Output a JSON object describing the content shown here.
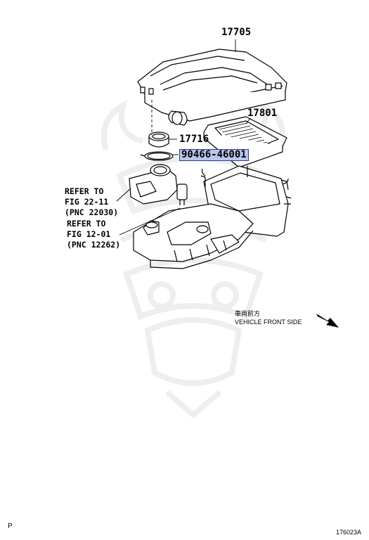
{
  "parts": {
    "cover": "17705",
    "filter": "17801",
    "hose": "17716",
    "gasket": "90466-46001"
  },
  "references": [
    {
      "l1": "REFER TO",
      "l2": "FIG 22-11",
      "l3": "(PNC 22030)"
    },
    {
      "l1": "REFER TO",
      "l2": "FIG 12-01",
      "l3": "(PNC 12262)"
    }
  ],
  "front_label": {
    "jp": "車両前方",
    "en": "VEHICLE FRONT SIDE"
  },
  "footer": {
    "left": "P",
    "right": "176023A"
  },
  "colors": {
    "highlight_fill": "#b9c6ee",
    "highlight_border": "#2b3f8f",
    "watermark": "#f0f0f0"
  },
  "icons": {
    "watermark": "samurai-mask-watermark-icon",
    "arrow": "front-direction-arrow-icon"
  }
}
